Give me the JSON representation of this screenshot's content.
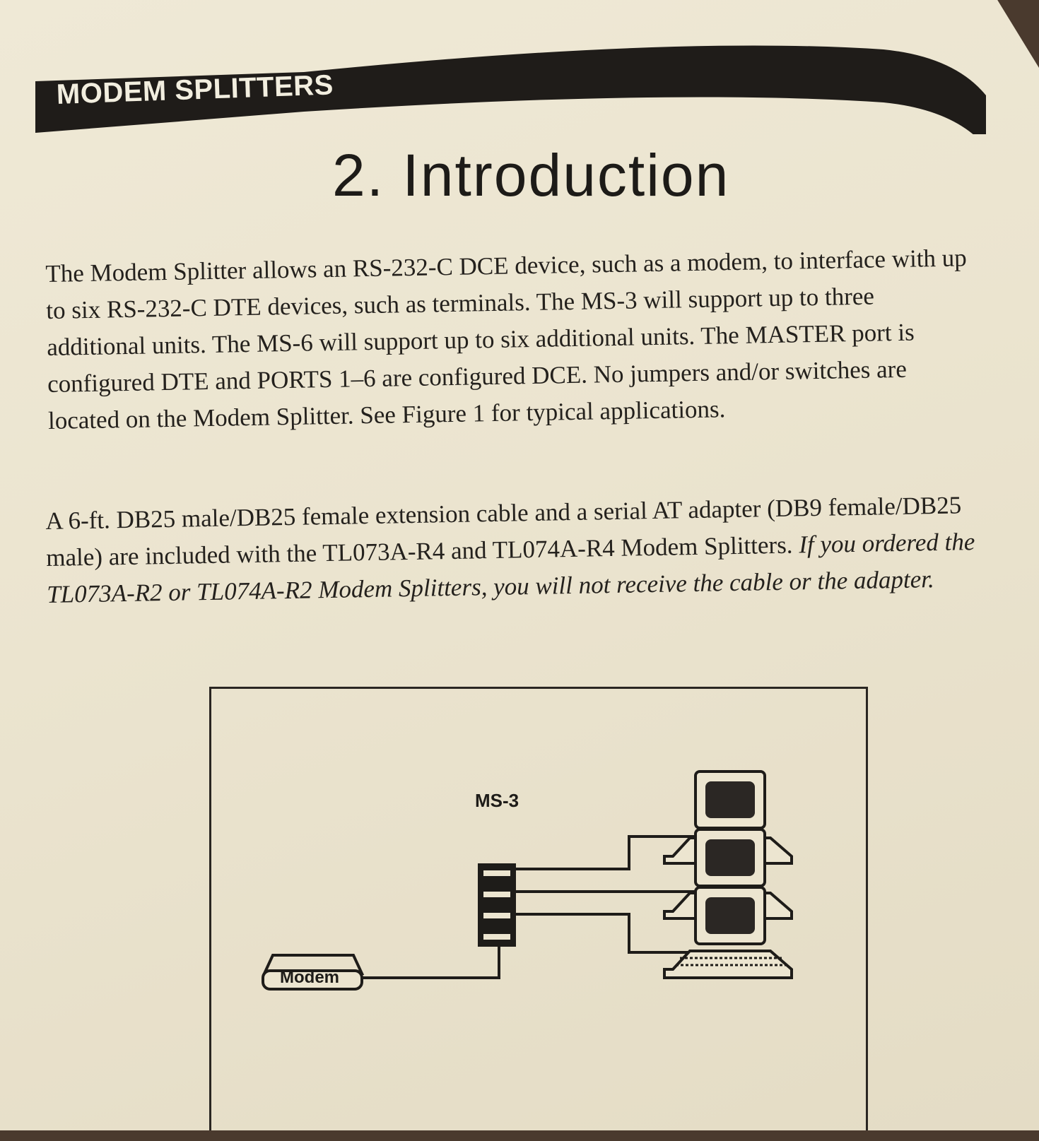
{
  "header": {
    "section_label": "MODEM SPLITTERS"
  },
  "page_title": "2. Introduction",
  "paragraph_1": "The Modem Splitter allows an RS-232-C DCE device, such as a modem, to interface with up to six RS-232-C DTE devices, such as terminals. The MS-3 will support up to three additional units. The MS-6 will support up to six additional units. The MASTER port is configured DTE and PORTS 1–6 are configured DCE. No jumpers and/or switches are located on the Modem Splitter. See Figure 1 for typical applications.",
  "paragraph_2": {
    "regular": "A 6-ft. DB25 male/DB25 female extension cable and a serial AT adapter (DB9 female/DB25 male) are included with the TL073A-R4 and TL074A-R4 Modem Splitters. ",
    "italic": "If you ordered the TL073A-R2 or TL074A-R2 Modem Splitters, you will not receive the cable or the adapter."
  },
  "figure": {
    "splitter_label": "MS-3",
    "modem_label": "Modem",
    "terminal_count": 3,
    "splitter_port_count": 4
  },
  "colors": {
    "header_band": "#1f1c19",
    "paper": "#ece5d0",
    "ink": "#24211d"
  }
}
